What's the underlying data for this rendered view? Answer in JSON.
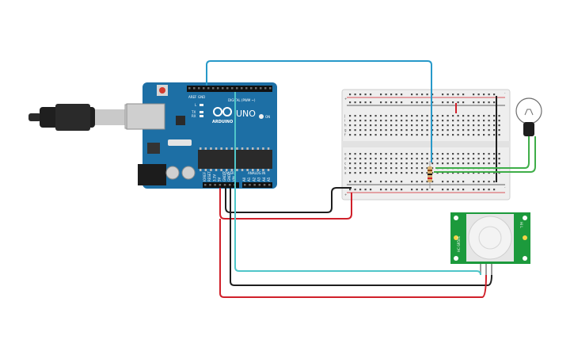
{
  "arduino": {
    "brand": "ARDUINO",
    "model": "UNO",
    "digital_label": "DIGITAL (PWM ~)",
    "power_label": "POWER",
    "analog_label": "ANALOG IN",
    "on_label": "ON",
    "l_label": "L",
    "tx_label": "TX",
    "rx_label": "RX",
    "aref_label": "AREF",
    "gnd_label": "GND",
    "power_pins": [
      "IOREF",
      "RESET",
      "3.3V",
      "5V",
      "GND",
      "GND",
      "VIN"
    ],
    "analog_pins": [
      "A0",
      "A1",
      "A2",
      "A3",
      "A4",
      "A5"
    ]
  },
  "breadboard": {
    "plus": "+",
    "minus": "-",
    "row_letters_top": [
      "j",
      "i",
      "h",
      "g",
      "f"
    ],
    "row_letters_bottom": [
      "e",
      "d",
      "c",
      "b",
      "a"
    ]
  },
  "pir": {
    "left_text": "HC-SR501",
    "right_text": "Hi  L"
  },
  "colors": {
    "board": "#1d6fa5",
    "wire_red": "#d0202a",
    "wire_black": "#1e1e1e",
    "wire_cyan": "#4fc6c9",
    "wire_blue": "#2799c9",
    "wire_green": "#3fae49",
    "pir_board": "#1c9a3c"
  }
}
